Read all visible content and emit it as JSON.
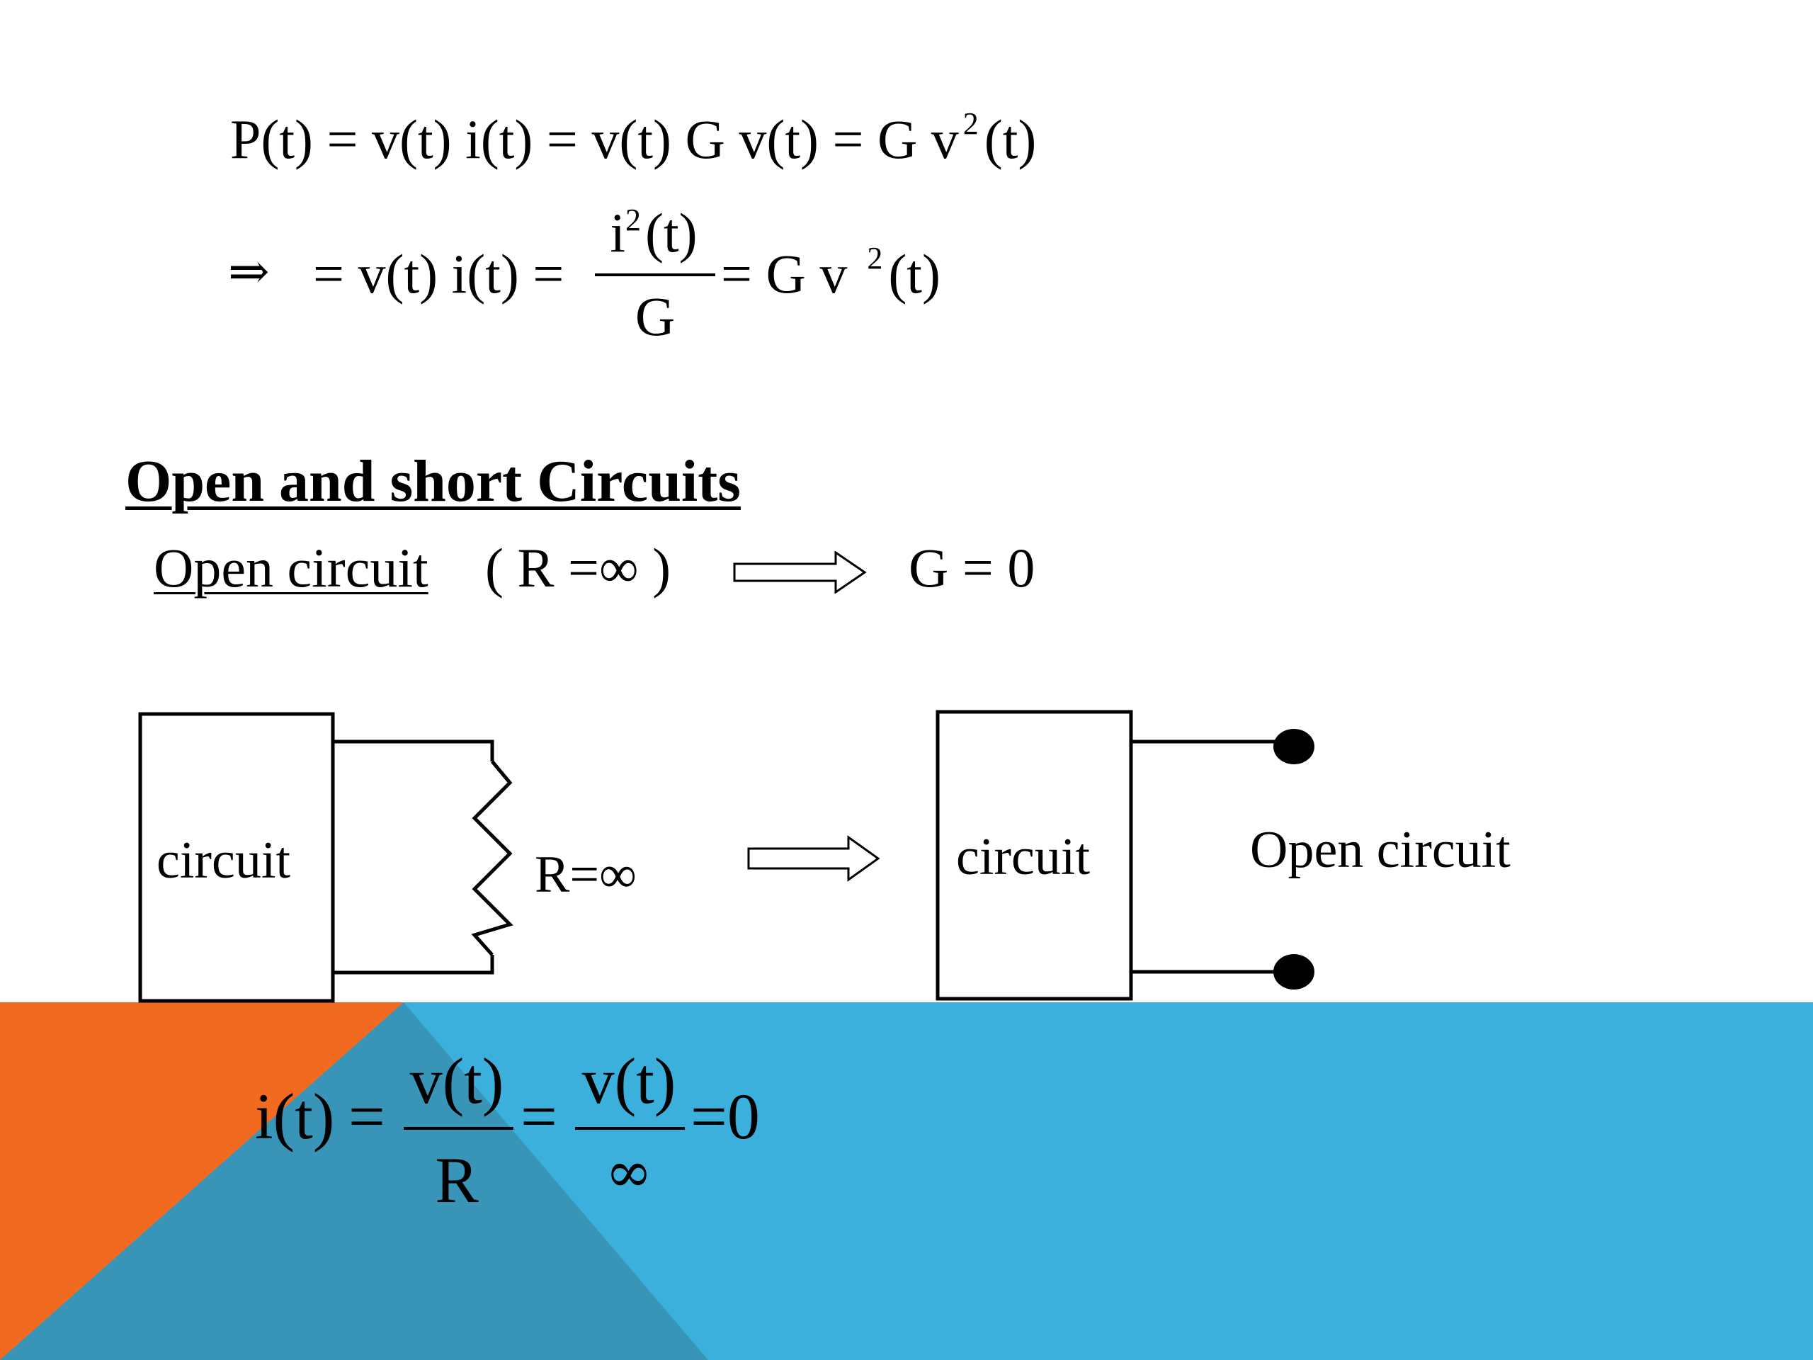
{
  "colors": {
    "background": "#ffffff",
    "accent_blue": "#3bb0dc",
    "accent_orange": "#f26a1f",
    "overlap_teal": "#3895b7",
    "ink": "#000000"
  },
  "equations": {
    "power_line": {
      "p": "P(t) = v(t) i(t) = v(t) G v(t) = G v",
      "sup": "2",
      "tail": "(t)"
    },
    "implies_line": {
      "arrow": "⇒",
      "left": "= v(t) i(t) =",
      "frac_num_base": "i",
      "frac_num_sup": "2",
      "frac_num_tail": "(t)",
      "frac_den": "G",
      "right": "= G v",
      "right_sup": "2",
      "right_tail": "(t)"
    }
  },
  "section": {
    "heading": "Open and short Circuits",
    "open_label": "Open circuit",
    "open_condition": "( R =∞ )",
    "open_result": "G = 0"
  },
  "diagram": {
    "left_box_label": "circuit",
    "resistor_label": "R=∞",
    "right_box_label": "circuit",
    "open_circuit_label": "Open circuit"
  },
  "current_eq": {
    "lhs": "i(t)",
    "eq1": "=",
    "frac1_num": "v(t)",
    "frac1_den": "R",
    "eq2": "=",
    "frac2_num": "v(t)",
    "frac2_den": "∞",
    "eq3": "=0"
  },
  "icons": {
    "implies": "double-right-arrow",
    "block_arrow": "hollow-right-arrow",
    "terminal": "filled-dot"
  }
}
